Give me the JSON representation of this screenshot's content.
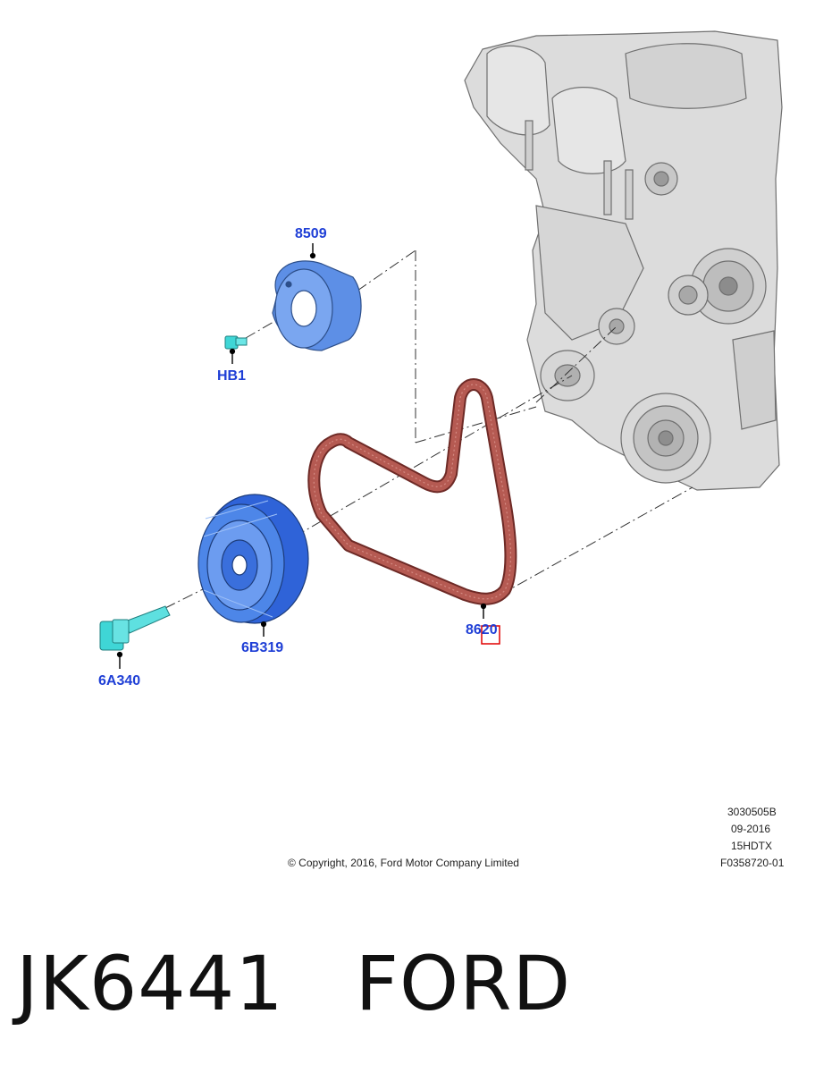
{
  "callouts": {
    "crank_pulley_ring": "8509",
    "ring_bolt": "HB1",
    "crank_pulley": "6B319",
    "crank_bolt": "6A340",
    "drive_belt": "8620"
  },
  "meta": {
    "ref1": "3030505B",
    "ref2": "09-2016",
    "ref3": "15HDTX",
    "ref4": "F0358720-01",
    "copyright": "© Copyright, 2016, Ford Motor Company Limited"
  },
  "caption": {
    "part_number": "JK6441",
    "brand": "FORD"
  },
  "colors": {
    "part_blue": "#4d86e8",
    "bolt_cyan": "#3fd6d6",
    "belt_red": "#b55a52",
    "callout_text": "#1f3fd6",
    "highlight_box": "#e00000"
  }
}
